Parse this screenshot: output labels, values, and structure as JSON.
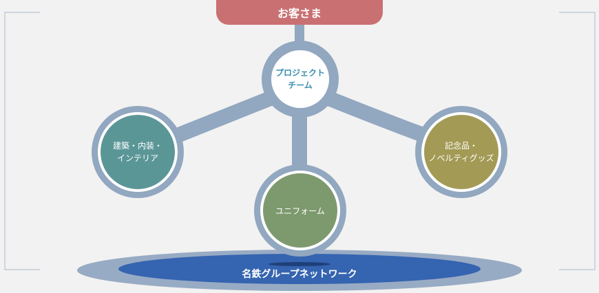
{
  "customer": {
    "label": "お客さま",
    "color": "#c97072"
  },
  "project_team": {
    "label": "プロジェクト\nチーム",
    "color": "#3a8fb0"
  },
  "nodes": {
    "construction": {
      "label": "建築・内装・\nインテリア",
      "color": "#5b9697"
    },
    "uniform": {
      "label": "ユニフォーム",
      "color": "#7d9a6f"
    },
    "novelty": {
      "label": "記念品・\nノベルティグッズ",
      "color": "#a39a55"
    }
  },
  "network": {
    "label": "名鉄グループネットワーク",
    "color": "#3564b0"
  },
  "connector_color": "#92a7c0"
}
